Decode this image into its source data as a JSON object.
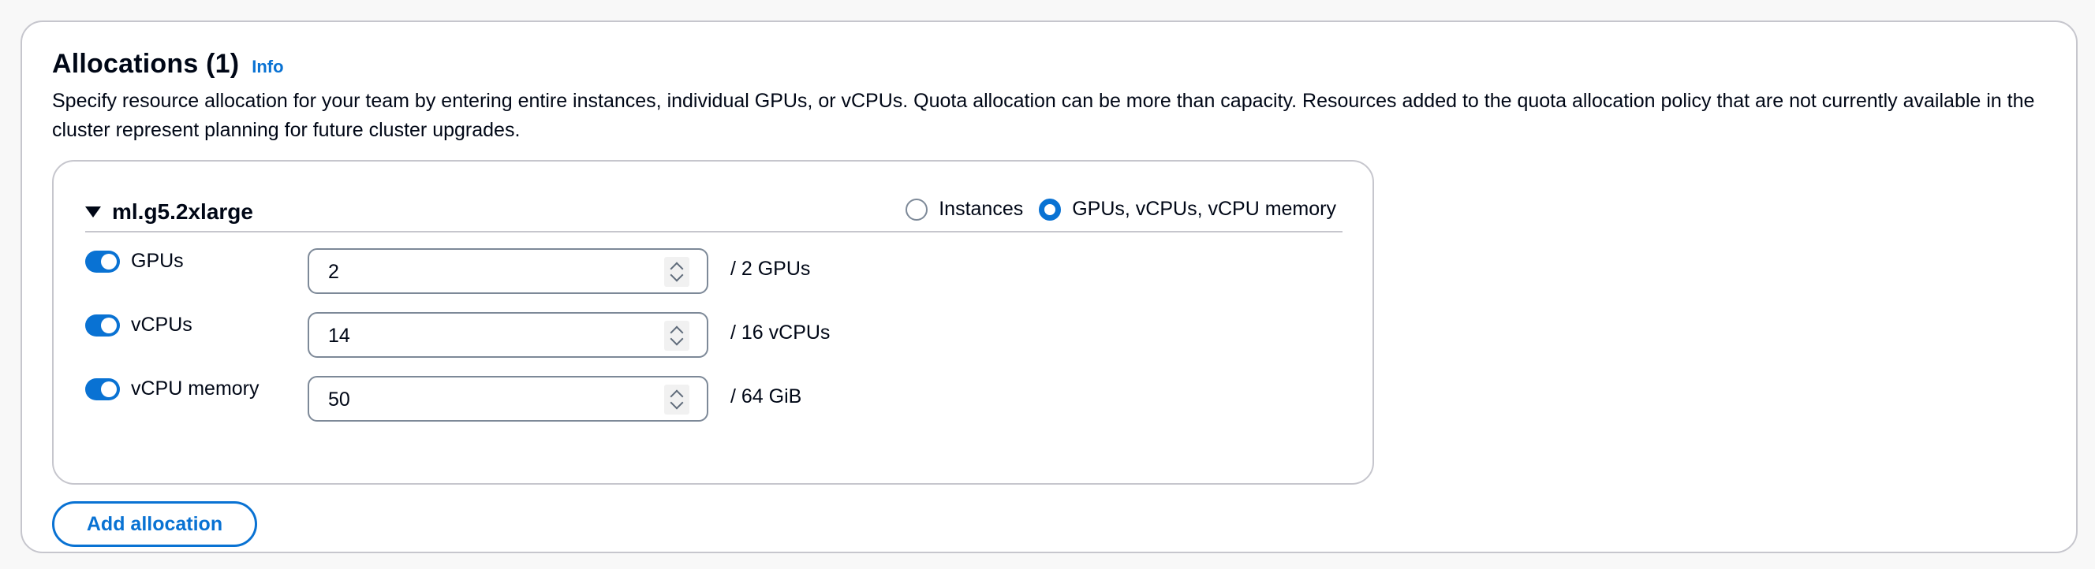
{
  "section": {
    "title": "Allocations (1)",
    "info_link": "Info",
    "description": "Specify resource allocation for your team by entering entire instances, individual GPUs, or vCPUs. Quota allocation can be more than capacity. Resources added to the quota allocation policy that are not currently available in the cluster represent planning for future cluster upgrades."
  },
  "allocation": {
    "instance_type": "ml.g5.2xlarge",
    "expanded": true,
    "mode_options": [
      {
        "label": "Instances",
        "selected": false
      },
      {
        "label": "GPUs, vCPUs, vCPU memory",
        "selected": true
      }
    ],
    "rows": [
      {
        "label": "GPUs",
        "enabled": true,
        "value": "2",
        "capacity": "/ 2 GPUs"
      },
      {
        "label": "vCPUs",
        "enabled": true,
        "value": "14",
        "capacity": "/ 16 vCPUs"
      },
      {
        "label": "vCPU memory",
        "enabled": true,
        "value": "50",
        "capacity": "/ 64 GiB"
      }
    ]
  },
  "actions": {
    "add_allocation_label": "Add allocation"
  },
  "colors": {
    "accent": "#0972d3",
    "border": "#c6c6cd",
    "text": "#000716"
  },
  "icons": {
    "caret": "caret-down-icon",
    "spin_up": "chevron-up-icon",
    "spin_down": "chevron-down-icon"
  }
}
